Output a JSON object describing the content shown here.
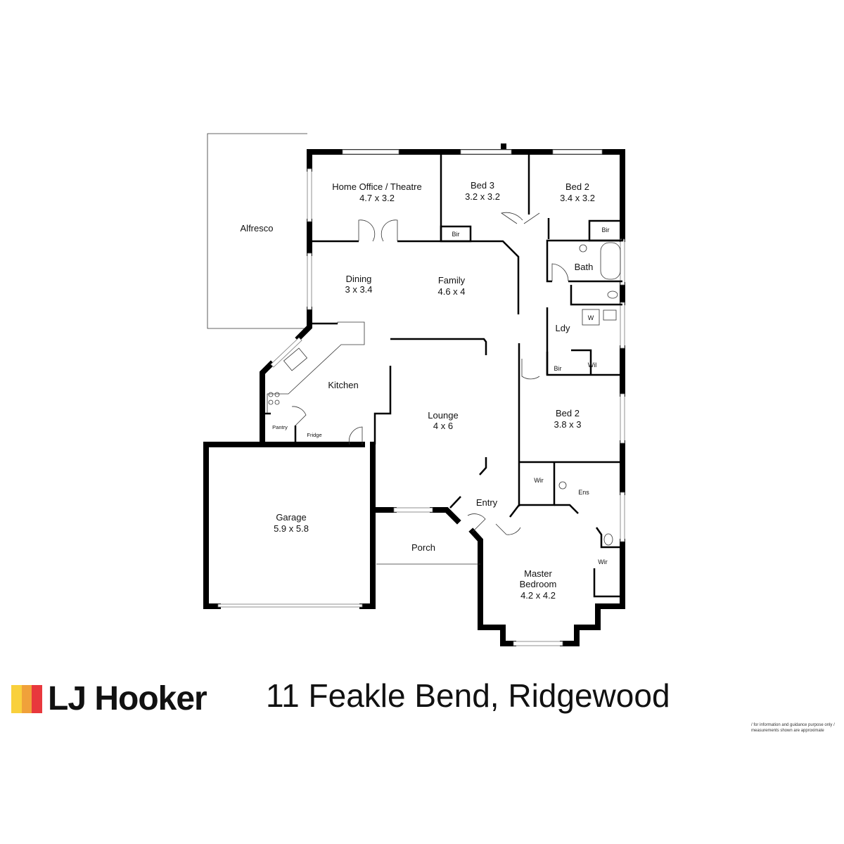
{
  "address": "11 Feakle Bend, Ridgewood",
  "brand": {
    "name": "LJ Hooker",
    "colors": [
      "#f9d03c",
      "#f0a13a",
      "#e8383d"
    ]
  },
  "disclaimer": [
    "/ for information and guidance purpose only /",
    "measurements shown are approximate"
  ],
  "rooms": {
    "alfresco": {
      "name": "Alfresco"
    },
    "office": {
      "name": "Home Office / Theatre",
      "size": "4.7 x 3.2"
    },
    "bed3": {
      "name": "Bed 3",
      "size": "3.2 x 3.2"
    },
    "bed2_top": {
      "name": "Bed 2",
      "size": "3.4 x 3.2"
    },
    "bir1": {
      "name": "Bir"
    },
    "bir2": {
      "name": "Bir"
    },
    "bath": {
      "name": "Bath"
    },
    "dining": {
      "name": "Dining",
      "size": "3 x 3.4"
    },
    "family": {
      "name": "Family",
      "size": "4.6 x 4"
    },
    "laundry": {
      "name": "Ldy"
    },
    "washer": {
      "name": "W"
    },
    "kitchen": {
      "name": "Kitchen"
    },
    "bir3": {
      "name": "Bir"
    },
    "wil": {
      "name": "Wil"
    },
    "lounge": {
      "name": "Lounge",
      "size": "4 x 6"
    },
    "bed2_mid": {
      "name": "Bed 2",
      "size": "3.8 x 3"
    },
    "pantry": {
      "name": "Pantry"
    },
    "fridge": {
      "name": "Fridge"
    },
    "wir1": {
      "name": "Wir"
    },
    "ensuite": {
      "name": "Ens"
    },
    "garage": {
      "name": "Garage",
      "size": "5.9 x 5.8"
    },
    "entry": {
      "name": "Entry"
    },
    "porch": {
      "name": "Porch"
    },
    "wir2": {
      "name": "Wir"
    },
    "master": {
      "name1": "Master",
      "name2": "Bedroom",
      "size": "4.2 x 4.2"
    }
  }
}
